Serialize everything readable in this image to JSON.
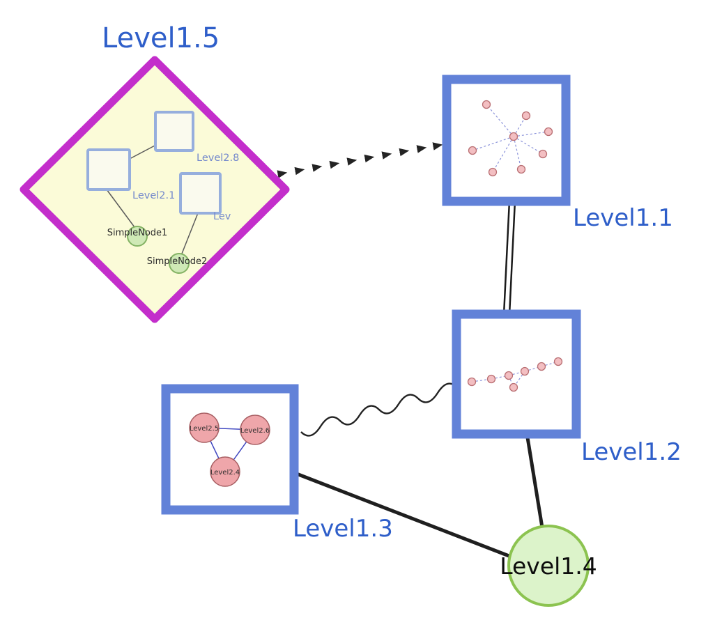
{
  "diagram_type": "nested-graph",
  "colors": {
    "background": "#ffffff",
    "label_blue": "#2e5ec9",
    "diamond_border": "#c32ecb",
    "diamond_fill": "#fbfbd8",
    "group_box_border": "#6282d8",
    "inner_square_border": "#96aedd",
    "inner_square_fill": "#fafaee",
    "small_green_fill": "#cfe9b6",
    "small_green_border": "#84b364",
    "level1_4_fill": "#dcf3ca",
    "level1_4_border": "#8cc350",
    "pink_node_fill": "#efa6aa",
    "pink_node_border": "#a85f63",
    "mini_node_fill": "#f3bfc2",
    "mini_node_border": "#b96e72",
    "mini_edge_blue": "#8b93da",
    "triangle_edge_blue": "#3d45c0",
    "edge_dark": "#1f1f1f"
  },
  "nodes": {
    "level1_1": {
      "label": "Level1.1",
      "shape": "square-group"
    },
    "level1_2": {
      "label": "Level1.2",
      "shape": "square-group"
    },
    "level1_3": {
      "label": "Level1.3",
      "shape": "square-group"
    },
    "level1_4": {
      "label": "Level1.4",
      "shape": "circle"
    },
    "level1_5": {
      "label": "Level1.5",
      "shape": "diamond-group"
    }
  },
  "diamond_children": {
    "level2_8": "Level2.8",
    "level2_1": "Level2.1",
    "level2_partial": "Lev",
    "simple_node_1": "SimpleNode1",
    "simple_node_2": "SimpleNode2"
  },
  "level1_3_children": {
    "level2_5": "Level2.5",
    "level2_6": "Level2.6",
    "level2_4": "Level2.4"
  },
  "edges": [
    {
      "from": "Level1.5",
      "to": "Level1.1",
      "style": "bold-dashed-arrow"
    },
    {
      "from": "Level1.1",
      "to": "Level1.2",
      "style": "double-parallel"
    },
    {
      "from": "Level1.3",
      "to": "Level1.2",
      "style": "wavy"
    },
    {
      "from": "Level1.3",
      "to": "Level1.4",
      "style": "solid"
    },
    {
      "from": "Level1.2",
      "to": "Level1.4",
      "style": "solid"
    }
  ]
}
